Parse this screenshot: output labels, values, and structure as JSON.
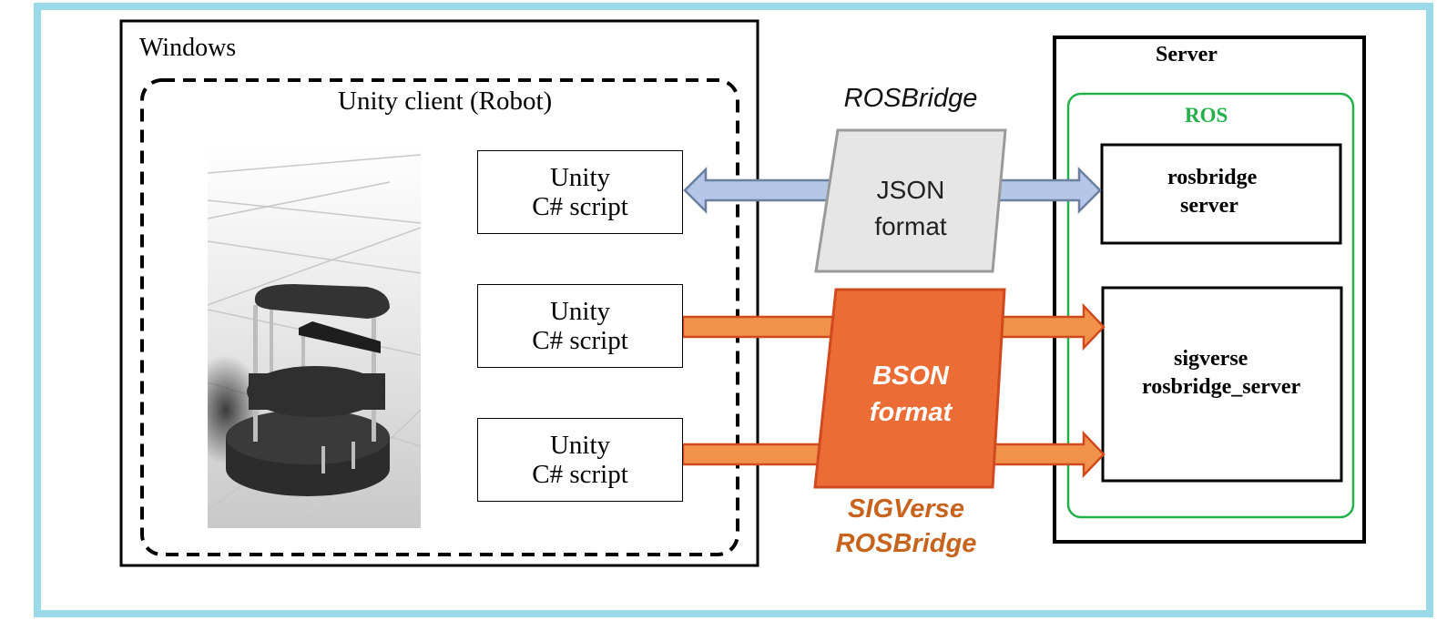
{
  "diagram": {
    "windows_box": {
      "title": "Windows"
    },
    "unity_client": {
      "title": "Unity client (Robot)",
      "image": "robot-rendering"
    },
    "scripts": [
      {
        "line1": "Unity",
        "line2": "C# script"
      },
      {
        "line1": "Unity",
        "line2": "C# script"
      },
      {
        "line1": "Unity",
        "line2": "C# script"
      }
    ],
    "json_bridge": {
      "caption": "ROSBridge",
      "line1": "JSON",
      "line2": "format"
    },
    "bson_bridge": {
      "line1": "BSON",
      "line2": "format",
      "caption_line1": "SIGVerse",
      "caption_line2": "ROSBridge"
    },
    "server_box": {
      "title": "Server"
    },
    "ros_box": {
      "title": "ROS"
    },
    "rosbridge_server": {
      "line1": "rosbridge",
      "line2": "server"
    },
    "sigverse_server": {
      "line1": "sigverse",
      "line2": "rosbridge_server"
    },
    "colors": {
      "frame": "#9ad9e8",
      "json_arrow_fill": "#b4c7e7",
      "json_arrow_stroke": "#6b7fa0",
      "json_box_fill": "#e6e6e6",
      "json_box_stroke": "#9a9a9a",
      "bson_arrow_fill": "#f0924a",
      "bson_arrow_stroke": "#d14a1f",
      "bson_box_fill": "#ec6c35",
      "bson_caption": "#c8631e",
      "ros_green": "#22b04b"
    }
  }
}
